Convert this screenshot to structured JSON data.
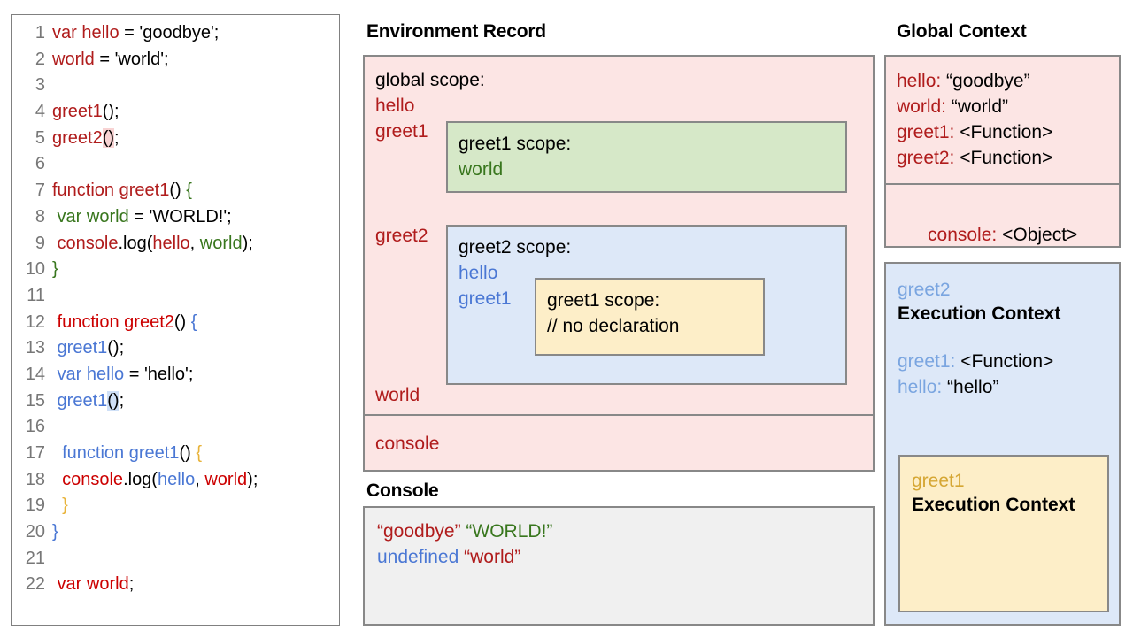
{
  "code": {
    "lines": [
      {
        "n": "1",
        "tokens": [
          {
            "t": "var hello",
            "c": "red"
          },
          {
            "t": " = 'goodbye';",
            "c": "black"
          }
        ]
      },
      {
        "n": "2",
        "tokens": [
          {
            "t": "world",
            "c": "red"
          },
          {
            "t": " = 'world';",
            "c": "black"
          }
        ]
      },
      {
        "n": "3",
        "tokens": []
      },
      {
        "n": "4",
        "tokens": [
          {
            "t": "greet1",
            "c": "red"
          },
          {
            "t": "();",
            "c": "black"
          }
        ]
      },
      {
        "n": "5",
        "tokens": [
          {
            "t": "greet2",
            "c": "red"
          },
          {
            "t": "()",
            "c": "black",
            "hl": "pink"
          },
          {
            "t": ";",
            "c": "black"
          }
        ]
      },
      {
        "n": "6",
        "tokens": []
      },
      {
        "n": "7",
        "tokens": [
          {
            "t": "function greet1",
            "c": "red"
          },
          {
            "t": "() ",
            "c": "black"
          },
          {
            "t": "{",
            "c": "green"
          }
        ]
      },
      {
        "n": "8",
        "tokens": [
          {
            "t": " var world",
            "c": "green"
          },
          {
            "t": " = 'WORLD!';",
            "c": "black"
          }
        ]
      },
      {
        "n": "9",
        "tokens": [
          {
            "t": " console",
            "c": "red"
          },
          {
            "t": ".log(",
            "c": "black"
          },
          {
            "t": "hello",
            "c": "red"
          },
          {
            "t": ", ",
            "c": "black"
          },
          {
            "t": "world",
            "c": "green"
          },
          {
            "t": ");",
            "c": "black"
          }
        ]
      },
      {
        "n": "10",
        "tokens": [
          {
            "t": "}",
            "c": "green"
          }
        ]
      },
      {
        "n": "11",
        "tokens": []
      },
      {
        "n": "12",
        "tokens": [
          {
            "t": " function greet2",
            "c": "red2"
          },
          {
            "t": "() ",
            "c": "black"
          },
          {
            "t": "{",
            "c": "blue"
          }
        ]
      },
      {
        "n": "13",
        "tokens": [
          {
            "t": " greet1",
            "c": "blue"
          },
          {
            "t": "();",
            "c": "black"
          }
        ]
      },
      {
        "n": "14",
        "tokens": [
          {
            "t": " var hello",
            "c": "blue"
          },
          {
            "t": " = 'hello';",
            "c": "black"
          }
        ]
      },
      {
        "n": "15",
        "tokens": [
          {
            "t": " greet1",
            "c": "blue"
          },
          {
            "t": "()",
            "c": "black",
            "hl": "blue"
          },
          {
            "t": ";",
            "c": "black"
          }
        ]
      },
      {
        "n": "16",
        "tokens": []
      },
      {
        "n": "17",
        "tokens": [
          {
            "t": "  function greet1",
            "c": "blue"
          },
          {
            "t": "() ",
            "c": "black"
          },
          {
            "t": "{",
            "c": "yellow"
          }
        ]
      },
      {
        "n": "18",
        "tokens": [
          {
            "t": "  console",
            "c": "red2"
          },
          {
            "t": ".log(",
            "c": "black"
          },
          {
            "t": "hello",
            "c": "blue"
          },
          {
            "t": ", ",
            "c": "black"
          },
          {
            "t": "world",
            "c": "red2"
          },
          {
            "t": ");",
            "c": "black"
          }
        ]
      },
      {
        "n": "19",
        "tokens": [
          {
            "t": "  }",
            "c": "yellow"
          }
        ]
      },
      {
        "n": "20",
        "tokens": [
          {
            "t": "}",
            "c": "blue"
          }
        ]
      },
      {
        "n": "21",
        "tokens": []
      },
      {
        "n": "22",
        "tokens": [
          {
            "t": " var world",
            "c": "red2"
          },
          {
            "t": ";",
            "c": "black"
          }
        ]
      }
    ]
  },
  "environment_record": {
    "title": "Environment Record",
    "global_scope": {
      "heading": "global scope:",
      "hello": "hello",
      "greet1": "greet1",
      "greet2": "greet2",
      "world": "world"
    },
    "console_binding": "console",
    "greet1_scope": {
      "heading": "greet1 scope:",
      "world": "world"
    },
    "greet2_scope": {
      "heading": "greet2 scope:",
      "hello": "hello",
      "greet1": "greet1"
    },
    "greet1_inner_scope": {
      "heading": "greet1 scope:",
      "comment": "// no declaration"
    }
  },
  "console": {
    "title": "Console",
    "lines": [
      {
        "parts": [
          {
            "t": "“goodbye”",
            "c": "red"
          },
          {
            "t": " ",
            "c": "black"
          },
          {
            "t": "“WORLD!”",
            "c": "green"
          }
        ]
      },
      {
        "parts": [
          {
            "t": "undefined",
            "c": "blue"
          },
          {
            "t": " ",
            "c": "black"
          },
          {
            "t": "“world”",
            "c": "red"
          }
        ]
      }
    ]
  },
  "global_context": {
    "title": "Global Context",
    "bindings": [
      {
        "key": "hello:",
        "value": " “goodbye”"
      },
      {
        "key": "world:",
        "value": " “world”"
      },
      {
        "key": "greet1:",
        "value": " <Function>"
      },
      {
        "key": "greet2:",
        "value": " <Function>"
      }
    ],
    "console_binding": {
      "key": "console:",
      "value": " <Object>"
    }
  },
  "greet2_execution_context": {
    "name": "greet2",
    "title": "Execution Context",
    "bindings": [
      {
        "key": "greet1:",
        "value": " <Function>"
      },
      {
        "key": "hello:",
        "value": " “hello”"
      }
    ]
  },
  "greet1_execution_context": {
    "name": "greet1",
    "title": "Execution Context"
  },
  "colors": {
    "red": "#b01c1c",
    "red_bright": "#cc0000",
    "green": "#38761d",
    "blue": "#4a77d4",
    "yellow": "#e8b33a",
    "pink_bg": "#fce5e4",
    "green_bg": "#d6e8c8",
    "blue_bg": "#dde8f8",
    "yellow_bg": "#fdeec8",
    "console_bg": "#f0f0f0",
    "border": "#888888"
  }
}
